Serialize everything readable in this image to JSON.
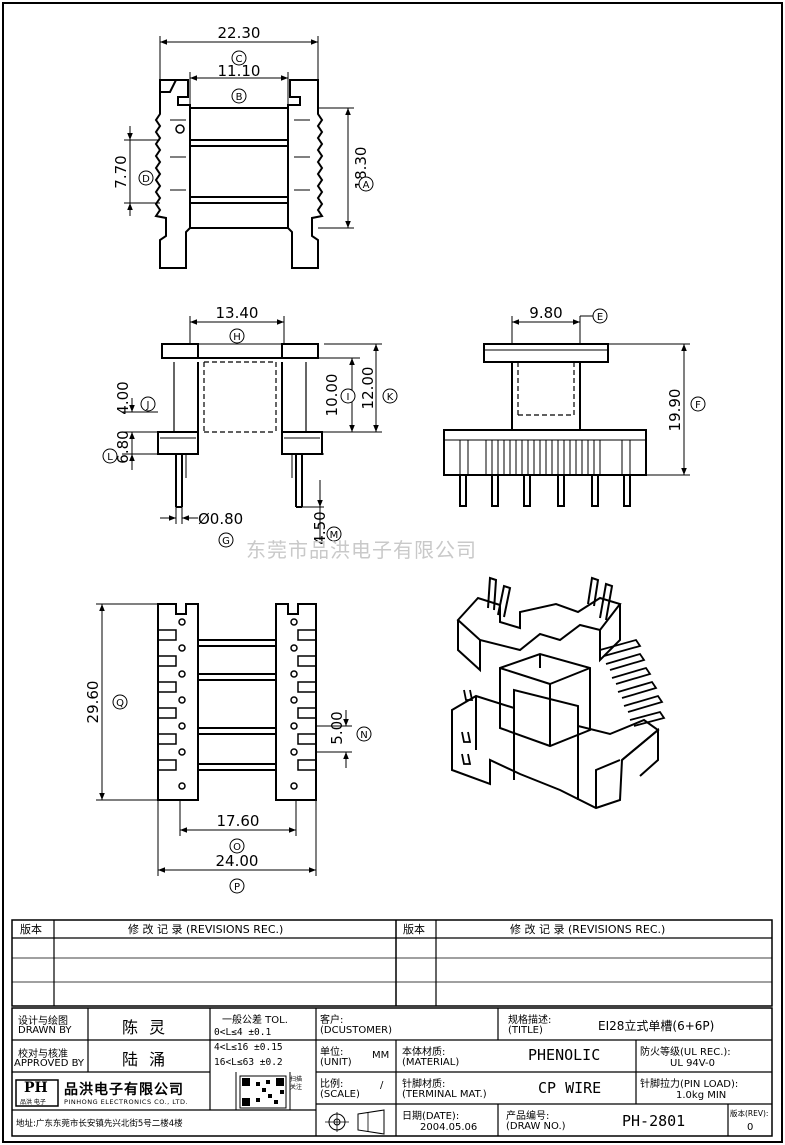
{
  "dimensions": {
    "c": "22.30",
    "b": "11.10",
    "a": "18.30",
    "d": "7.70",
    "h": "13.40",
    "i": "10.00",
    "k": "12.00",
    "j": "4.00",
    "l": "6.80",
    "g": "Ø0.80",
    "m": "4.50",
    "e": "9.80",
    "f": "19.90",
    "q": "29.60",
    "n": "5.00",
    "o": "17.60",
    "p": "24.00"
  },
  "labels": {
    "a": "A",
    "b": "B",
    "c": "C",
    "d": "D",
    "e": "E",
    "f": "F",
    "g": "G",
    "h": "H",
    "i": "I",
    "j": "J",
    "k": "K",
    "l": "L",
    "m": "M",
    "n": "N",
    "o": "O",
    "p": "P",
    "q": "Q"
  },
  "watermark": "东莞市品洪电子有限公司",
  "revisions": {
    "ver_header": "版本",
    "rec_header": "修 改 记 录 (REVISIONS REC.)"
  },
  "title_block": {
    "drawn_by_label": "设计与绘图",
    "drawn_by_label_en": "DRAWN BY",
    "drawn_by": "陈 灵",
    "approved_label": "校对与核准",
    "approved_label_en": "APPROVED BY",
    "approved_by": "陆 涌",
    "tol_title": "一般公差 TOL.",
    "tol_rows": [
      "0<L≤4    ±0.1",
      "4<L≤16   ±0.15",
      "16<L≤63  ±0.2"
    ],
    "customer_label": "客户:",
    "customer_label_en": "(DCUSTOMER)",
    "title_label": "规格描述:",
    "title_label_en": "(TITLE)",
    "title_value": "EI28立式单槽(6+6P)",
    "unit_label": "单位:",
    "unit_label_en": "(UNIT)",
    "unit_value": "MM",
    "material_label": "本体材质:",
    "material_label_en": "(MATERIAL)",
    "material_value": "PHENOLIC",
    "flame_label": "防火等级(UL REC.):",
    "flame_value": "UL 94V-0",
    "scale_label": "比例:",
    "scale_label_en": "(SCALE)",
    "scale_value": "/",
    "terminal_label": "针脚材质:",
    "terminal_label_en": "(TERMINAL MAT.)",
    "terminal_value": "CP WIRE",
    "pin_load_label": "针脚拉力(PIN LOAD):",
    "pin_load_value": "1.0kg MIN",
    "date_label": "日期(DATE):",
    "date_value": "2004.05.06",
    "draw_no_label": "产品编号:",
    "draw_no_label_en": "(DRAW NO.)",
    "draw_no_value": "PH-2801",
    "rev_label": "版本(REV):",
    "rev_value": "0",
    "company_logo": "PH",
    "company_logo_sub": "品洪 电子",
    "company_name": "品洪电子有限公司",
    "company_en": "PINHONG ELECTRONICS CO., LTD.",
    "qr_caption": "扫描关注",
    "address": "地址:广东东莞市长安镇先兴北街5号二楼4楼"
  }
}
